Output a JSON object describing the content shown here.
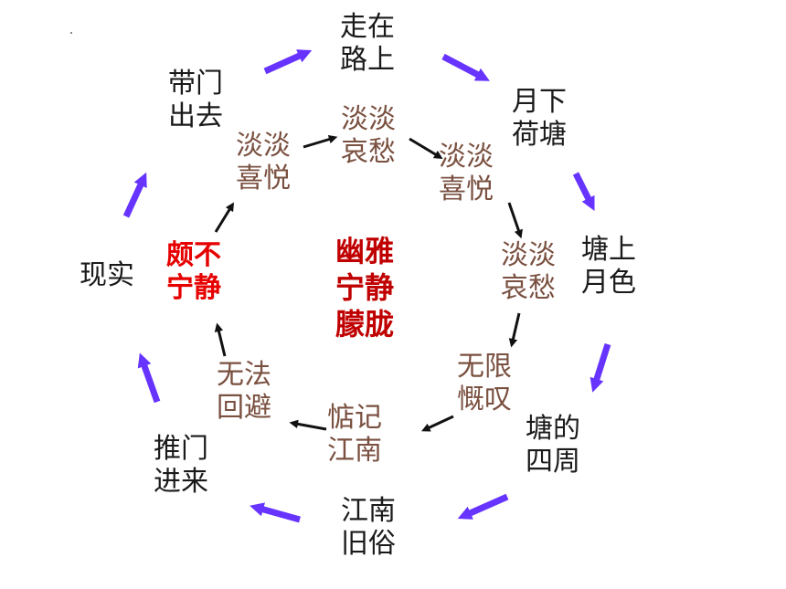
{
  "outer_ring": [
    {
      "id": "walk-road",
      "lines": [
        "走在",
        "路上"
      ]
    },
    {
      "id": "moon-pond",
      "lines": [
        "月下",
        "荷塘"
      ]
    },
    {
      "id": "pond-moonlight",
      "lines": [
        "塘上",
        "月色"
      ]
    },
    {
      "id": "pond-around",
      "lines": [
        "塘的",
        "四周"
      ]
    },
    {
      "id": "jiangnan-custom",
      "lines": [
        "江南",
        "旧俗"
      ]
    },
    {
      "id": "push-door",
      "lines": [
        "推门",
        "进来"
      ]
    },
    {
      "id": "reality",
      "lines": [
        "现实"
      ]
    },
    {
      "id": "close-door",
      "lines": [
        "带门",
        "出去"
      ]
    }
  ],
  "inner_ring": [
    {
      "id": "faint-sorrow-1",
      "lines": [
        "淡淡",
        "哀愁"
      ]
    },
    {
      "id": "faint-joy-2",
      "lines": [
        "淡淡",
        "喜悦"
      ]
    },
    {
      "id": "faint-sorrow-2",
      "lines": [
        "淡淡",
        "哀愁"
      ]
    },
    {
      "id": "endless-sigh",
      "lines": [
        "无限",
        "慨叹"
      ]
    },
    {
      "id": "miss-jiangnan",
      "lines": [
        "惦记",
        "江南"
      ]
    },
    {
      "id": "cannot-avoid",
      "lines": [
        "无法",
        "回避"
      ]
    },
    {
      "id": "not-calm",
      "lines": [
        "颇不",
        "宁静"
      ]
    },
    {
      "id": "faint-joy-1",
      "lines": [
        "淡淡",
        "喜悦"
      ]
    }
  ],
  "center": {
    "lines": [
      "幽雅",
      "宁静",
      "朦胧"
    ]
  },
  "colors": {
    "outer_text": "#1a1a1a",
    "inner_text": "#7a5040",
    "highlight_text": "#e60000",
    "center_text": "#c00000",
    "outer_arrow": "#6633ff",
    "inner_arrow": "#111111"
  }
}
